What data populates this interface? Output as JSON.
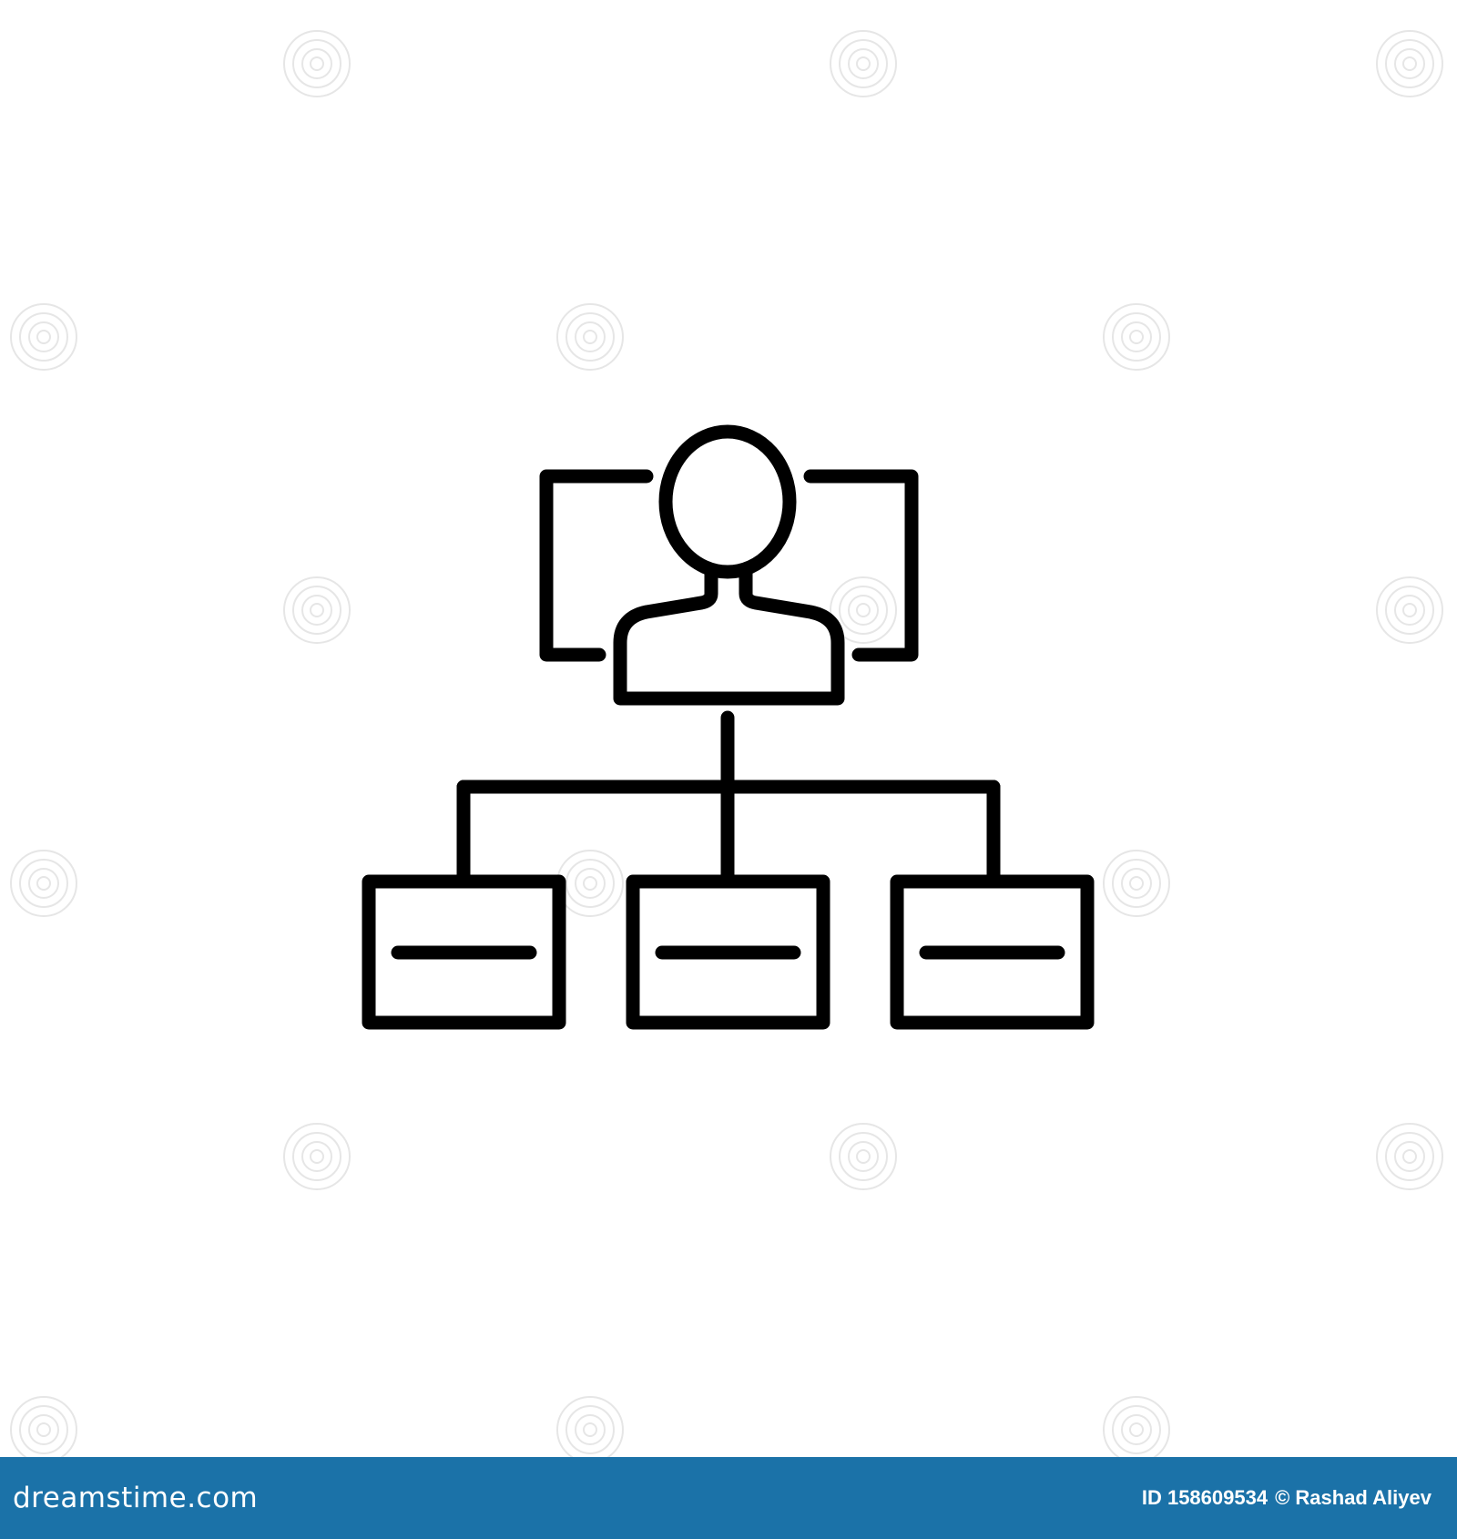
{
  "image": {
    "subject": "hierarchy-organization-chart-icon",
    "stroke_color": "#000000",
    "background_color": "#ffffff",
    "watermark_color": "#e6e6e6",
    "icons": {
      "top": "person-icon",
      "children": [
        "box-icon",
        "box-icon",
        "box-icon"
      ]
    }
  },
  "footer": {
    "bar_color": "#1b72a8",
    "brand": "dreamstime.com",
    "image_id": "ID 158609534",
    "credit": "© Rashad Aliyev"
  }
}
